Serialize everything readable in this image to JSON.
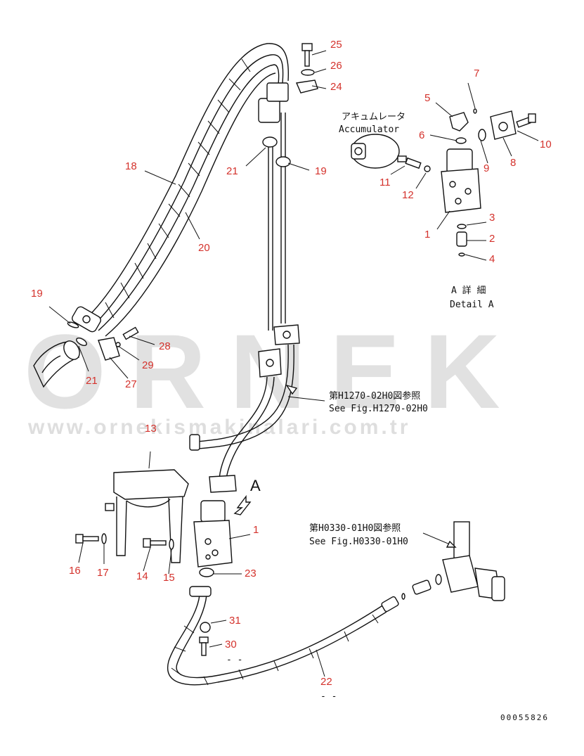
{
  "callouts": {
    "c25": "25",
    "c26": "26",
    "c24": "24",
    "c18": "18",
    "c20": "20",
    "c21a": "21",
    "c19a": "19",
    "c19b": "19",
    "c21b": "21",
    "c27": "27",
    "c28": "28",
    "c29": "29",
    "c7": "7",
    "c5": "5",
    "c6": "6",
    "c10": "10",
    "c8": "8",
    "c9": "9",
    "c11": "11",
    "c12": "12",
    "c1a": "1",
    "c3": "3",
    "c2": "2",
    "c4": "4",
    "c13": "13",
    "c16": "16",
    "c17": "17",
    "c14": "14",
    "c15": "15",
    "c1b": "1",
    "c23": "23",
    "c31": "31",
    "c30": "30",
    "c22": "22"
  },
  "notes": {
    "accumulator_jp": "アキュムレータ",
    "accumulator_en": "Accumulator",
    "detail_jp": "A 詳 細",
    "detail_en": "Detail A",
    "ref1_jp": "第H1270-02H0図参照",
    "ref1_en": "See Fig.H1270-02H0",
    "ref2_jp": "第H0330-01H0図参照",
    "ref2_en": "See Fig.H0330-01H0",
    "view_a": "A",
    "dash_30": "- -",
    "dash_22": "- -",
    "drawing_no": "00055826"
  },
  "watermark": {
    "brand": "ORNEK",
    "url": "www.ornekismakinalari.com.tr",
    "color": "#c9c9c9"
  },
  "colors": {
    "callout": "#d4322c",
    "line": "#111111"
  }
}
